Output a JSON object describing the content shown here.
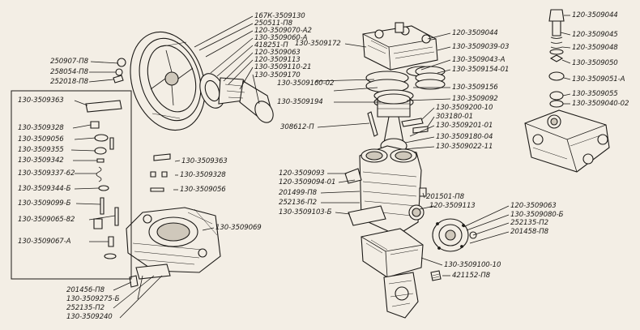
{
  "labels": {
    "l_167k_3509130": "167К-3509130",
    "l_250511_p8": "250511-П8",
    "l_120_3509070_a2": "120-3509070-А2",
    "l_130_3509060_a": "130-3509060-А",
    "l_418251_p": "418251-П",
    "l_120_3509063": "120-3509063",
    "l_120_3509113": "120-3509113",
    "l_130_3509110_21": "130-3509110-21",
    "l_130_3509172": "130-3509172",
    "l_120_3509044_top": "120-3509044",
    "l_130_3509039_03": "130-3509039-03",
    "l_130_3509043_a": "130-3509043-А",
    "l_130_3509154_01": "130-3509154-01",
    "l_130_3509170": "130-3509170",
    "l_130_3509160_02": "130-3509160-02",
    "l_130_3509156": "130-3509156",
    "l_130_3509194": "130-3509194",
    "l_130_3509092": "130-3509092",
    "l_130_3509200_10": "130-3509200-10",
    "l_303180_01": "303180-01",
    "l_308612_p": "308612-П",
    "l_130_3509201_01": "130-3509201-01",
    "l_130_3509180_04": "130-3509180-04",
    "l_130_3509022_11": "130-3509022-11",
    "l_250907_p8": "250907-П8",
    "l_258054_p8": "258054-П8",
    "l_252018_p8": "252018-П8",
    "l_130_3509363_box": "130-3509363",
    "l_130_3509328_box": "130-3509328",
    "l_130_3509056_box": "130-3509056",
    "l_130_3509355": "130-3509355",
    "l_130_3509342": "130-3509342",
    "l_130_3509337_62": "130-3509337-62",
    "l_130_3509344_b": "130-3509344-Б",
    "l_130_3509099_b": "130-3509099-Б",
    "l_130_3509065_82": "130-3509065-82",
    "l_130_3509067_a": "130-3509067-А",
    "l_130_3509363_mid": "130-3509363",
    "l_130_3509328_mid": "130-3509328",
    "l_130_3509056_mid": "130-3509056",
    "l_130_3509069": "130-3509069",
    "l_201456_p8": "201456-П8",
    "l_130_3509275_b": "130-3509275-Б",
    "l_252135_p2_bottom": "252135-П2",
    "l_130_3509240": "130-3509240",
    "l_120_3509093": "120-3509093",
    "l_120_3509094_01": "120-3509094-01",
    "l_201499_p8": "201499-П8",
    "l_252136_p2": "252136-П2",
    "l_130_3509103_b": "130-3509103-Б",
    "l_201501_p8": "201501-П8",
    "l_120_3509113_mid": "120-3509113",
    "l_120_3509063_right": "120-3509063",
    "l_130_3509080_b": "130-3509080-Б",
    "l_252135_p2_right": "252135-П2",
    "l_201458_p8": "201458-П8",
    "l_130_3509100_10": "130-3509100-10",
    "l_421152_p8": "421152-П8",
    "l_120_3509044_col": "120-3509044",
    "l_120_3509045": "120-3509045",
    "l_120_3509048": "120-3509048",
    "l_130_3509050": "130-3509050",
    "l_130_3509051_a": "130-3509051-А",
    "l_130_3509055": "130-3509055",
    "l_130_3509040_02": "130-3509040-02"
  }
}
